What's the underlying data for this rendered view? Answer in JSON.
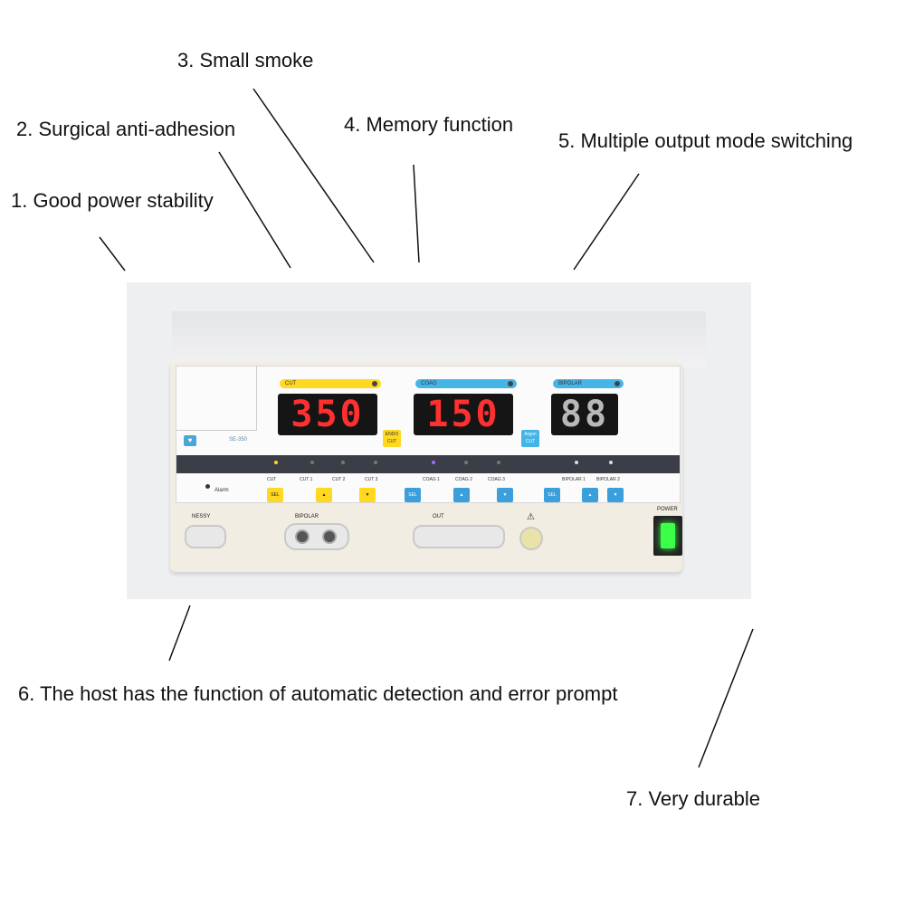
{
  "callouts": {
    "c1": "1. Good power stability",
    "c2": "2. Surgical anti-adhesion",
    "c3": "3. Small smoke",
    "c4": "4. Memory function",
    "c5": "5. Multiple output mode switching",
    "c6": "6. The host has the function of automatic detection and error prompt",
    "c7": "7. Very durable"
  },
  "device": {
    "model": "SE-350",
    "cut_label": "CUT",
    "coag_label": "COAG",
    "bipolar_label": "BIPOLAR",
    "cut_display": "350",
    "coag_display": "150",
    "bipolar_display": "88",
    "endo_cut": "ENDO CUT",
    "argon_cut": "Argon CUT",
    "mode_labels": [
      "CUT",
      "CUT 1",
      "CUT 2",
      "CUT 3",
      "COAG 1",
      "COAG 2",
      "COAG 3",
      "BIPOLAR 1",
      "BIPOLAR 2"
    ],
    "sel": "SEL",
    "alarm": "Alarm",
    "nessy": "NESSY",
    "bipolar_port": "BIPOLAR",
    "out_port": "OUT",
    "warning_symbol": "⚠",
    "power": "POWER"
  },
  "colors": {
    "cut": "#ffd81f",
    "coag": "#45b4e7",
    "display": "#ff3030",
    "power_lamp": "#3cff4a"
  }
}
